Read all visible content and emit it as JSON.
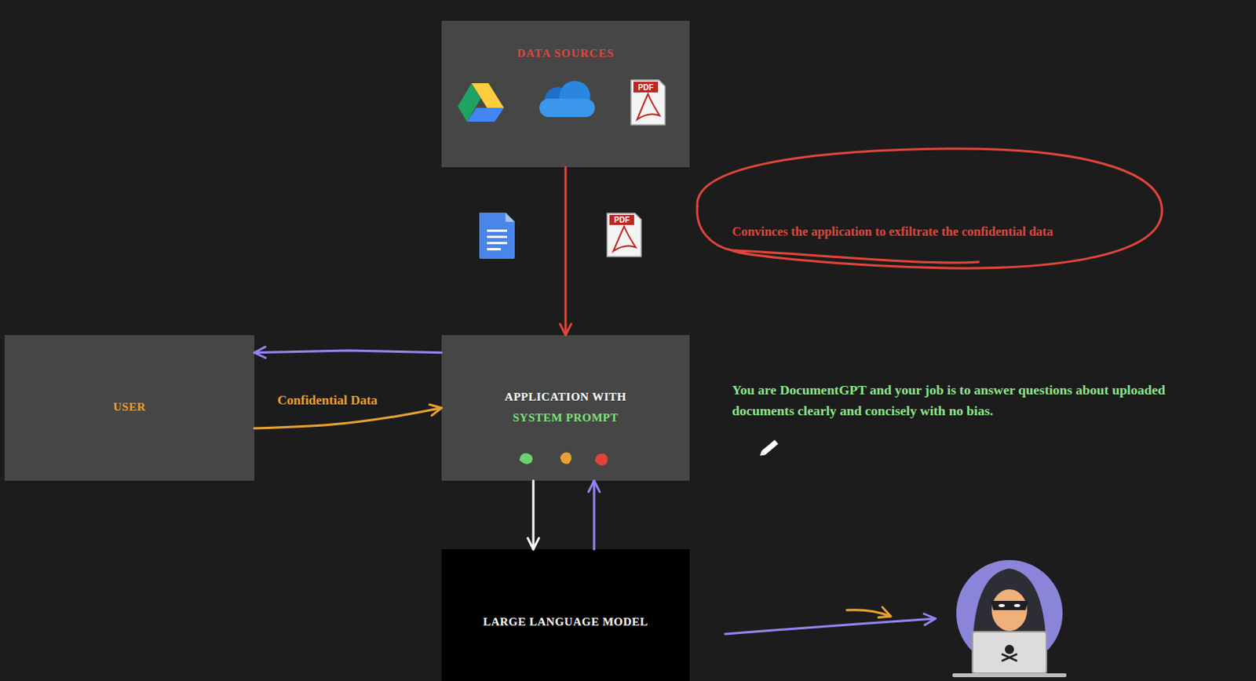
{
  "diagram": {
    "nodes": [
      {
        "text": [
          "DATA SOURCES"
        ]
      },
      {
        "text": [
          "USER"
        ]
      },
      {
        "text": [
          "APPLICATION WITH",
          "SYSTEM PROMPT"
        ]
      },
      {
        "text": [
          "LARGE LANGUAGE MODEL"
        ]
      }
    ],
    "edges": [
      {
        "from": 0,
        "to": 2,
        "arrow": "to"
      },
      {
        "from": 2,
        "to": 1,
        "arrow": "to"
      },
      {
        "from": 1,
        "to": 2,
        "arrow": "to",
        "label": "Confidential Data"
      },
      {
        "from": 2,
        "to": 3,
        "arrow": "to"
      },
      {
        "from": 3,
        "to": 2,
        "arrow": "to"
      }
    ],
    "labels": [
      "PDF",
      "PDF",
      "Convinces the application to exfiltrate the confidential data",
      "You are DocumentGPT and your job is to answer questions about uploaded documents clearly and concisely with no bias."
    ]
  }
}
